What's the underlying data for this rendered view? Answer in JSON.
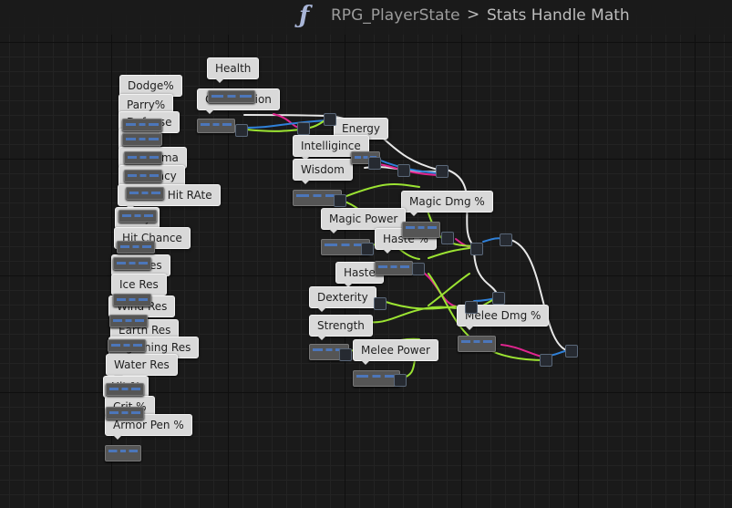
{
  "breadcrumb": {
    "icon": "function-icon",
    "parent": "RPG_PlayerState",
    "separator": ">",
    "current": "Stats Handle Math"
  },
  "comments": {
    "health": "Health",
    "constitution": "Constitution",
    "dodge": "Dodge%",
    "parry_pct": "Parry%",
    "defense": "Defense",
    "luck": "Luck",
    "charisma": "Charisma",
    "accuracy": "Accuracy",
    "critical_hit": "Critical Hit RAte",
    "parry": "Parry",
    "hit_chance": "Hit Chance",
    "fire_res": "Fire Res",
    "ice_res": "Ice Res",
    "wind_res": "Wind Res",
    "earth_res": "Earth Res",
    "lightning_res": "Lightning Res",
    "water_res": "Water Res",
    "hit_pct": "Hit %",
    "crit_pct": "Crit %",
    "armor_pen": "Armor Pen %",
    "energy": "Energy",
    "intelligence": "Intelligince",
    "wisdom": "Wisdom",
    "magic_dmg": "Magic Dmg %",
    "magic_power": "Magic Power",
    "haste_pct": "Haste %",
    "haste": "Haste",
    "dexterity": "Dexterity",
    "strength": "Strength",
    "melee_dmg": "Melee Dmg %",
    "melee_power": "Melee Power"
  },
  "colors": {
    "exec_wire": "#e8e8e8",
    "float_wire": "#9be332",
    "int_wire": "#e0258f",
    "struct_wire": "#2f80d8"
  }
}
